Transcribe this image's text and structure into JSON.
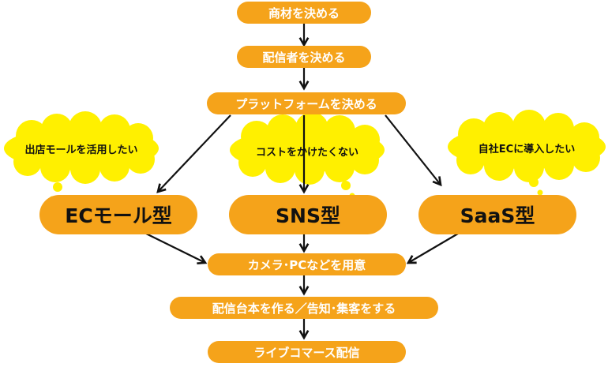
{
  "colors": {
    "step": "#f5a31a",
    "bubble": "#fff000",
    "arrow": "#111111"
  },
  "steps": [
    "商材を決める",
    "配信者を決める",
    "プラットフォームを決める",
    "カメラ･PCなどを用意",
    "配信台本を作る／告知･集客をする",
    "ライブコマース配信"
  ],
  "types": [
    "ECモール型",
    "SNS型",
    "SaaS型"
  ],
  "bubbles": [
    "出店モールを活用したい",
    "コストをかけたくない",
    "自社ECに導入したい"
  ]
}
